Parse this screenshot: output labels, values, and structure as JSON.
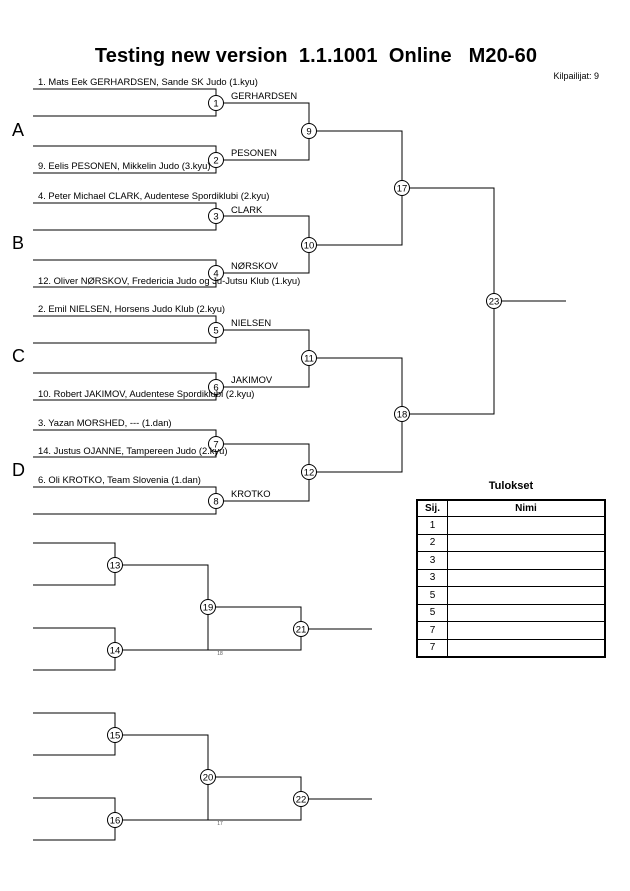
{
  "header": {
    "title": "Testing new version  1.1.1001  Online   M20-60",
    "competitor_count": "Kilpailijat: 9"
  },
  "pools": [
    "A",
    "B",
    "C",
    "D"
  ],
  "entries": [
    "1. Mats Eek GERHARDSEN, Sande SK Judo (1.kyu)",
    "9. Eelis PESONEN, Mikkelin Judo (3.kyu)",
    "4. Peter Michael CLARK, Audentese Spordiklubi (2.kyu)",
    "12. Oliver NØRSKOV, Fredericia Judo og Ju-Jutsu Klub (1.kyu)",
    "2. Emil NIELSEN, Horsens Judo Klub (2.kyu)",
    "10. Robert JAKIMOV, Audentese Spordiklubi (2.kyu)",
    "3. Yazan MORSHED, --- (1.dan)",
    "14. Justus OJANNE, Tampereen Judo (2.kyu)",
    "6. Oli KROTKO, Team Slovenia (1.dan)"
  ],
  "winners": [
    "GERHARDSEN",
    "PESONEN",
    "CLARK",
    "NØRSKOV",
    "NIELSEN",
    "JAKIMOV",
    "KROTKO"
  ],
  "match_numbers": [
    "1",
    "2",
    "3",
    "4",
    "5",
    "6",
    "7",
    "8",
    "9",
    "10",
    "11",
    "12",
    "13",
    "14",
    "15",
    "16",
    "17",
    "18",
    "19",
    "20",
    "21",
    "22",
    "23"
  ],
  "small_labels": [
    "18",
    "17"
  ],
  "results": {
    "title": "Tulokset",
    "col_rank": "Sij.",
    "col_name": "Nimi",
    "ranks": [
      "1",
      "2",
      "3",
      "3",
      "5",
      "5",
      "7",
      "7"
    ]
  }
}
